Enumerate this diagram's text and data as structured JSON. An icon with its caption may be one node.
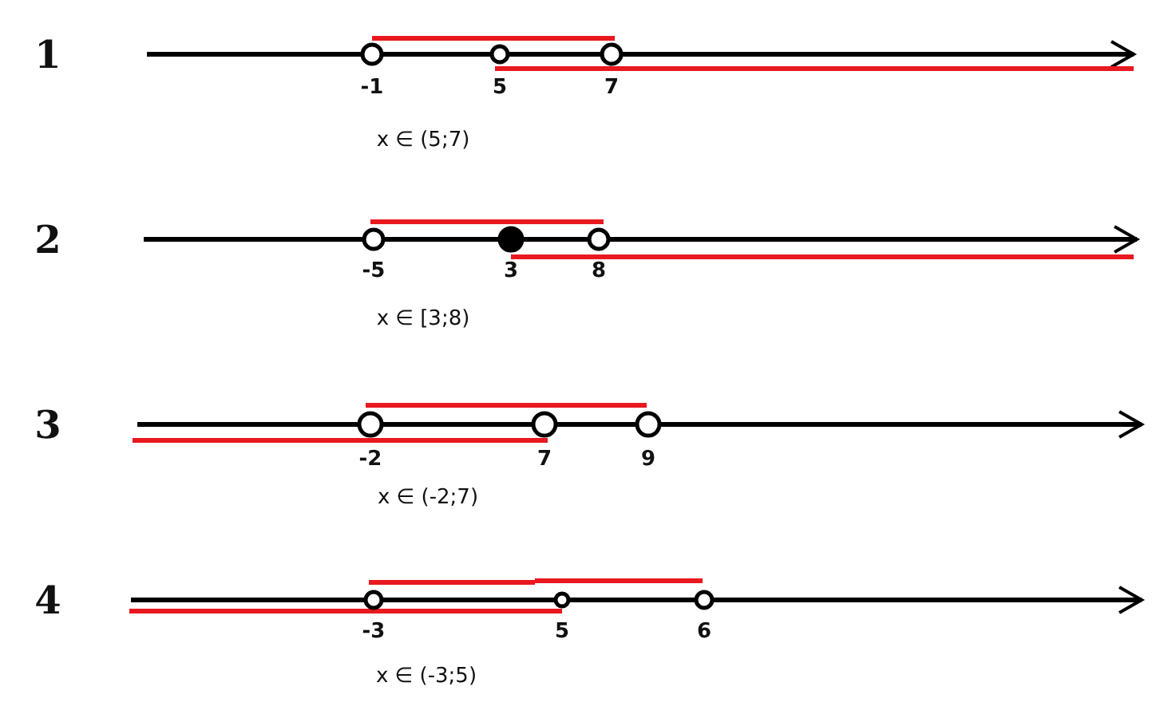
{
  "diagram": {
    "labels": [
      "1",
      "-1",
      "5",
      "7",
      "x ∈ (5;7)",
      "2",
      "-5",
      "3",
      "8",
      "x ∈ [3;8)",
      "3",
      "-2",
      "7",
      "9",
      "x ∈ (-2;7)",
      "4",
      "-3",
      "5",
      "6",
      "x ∈ (-3;5)"
    ]
  }
}
